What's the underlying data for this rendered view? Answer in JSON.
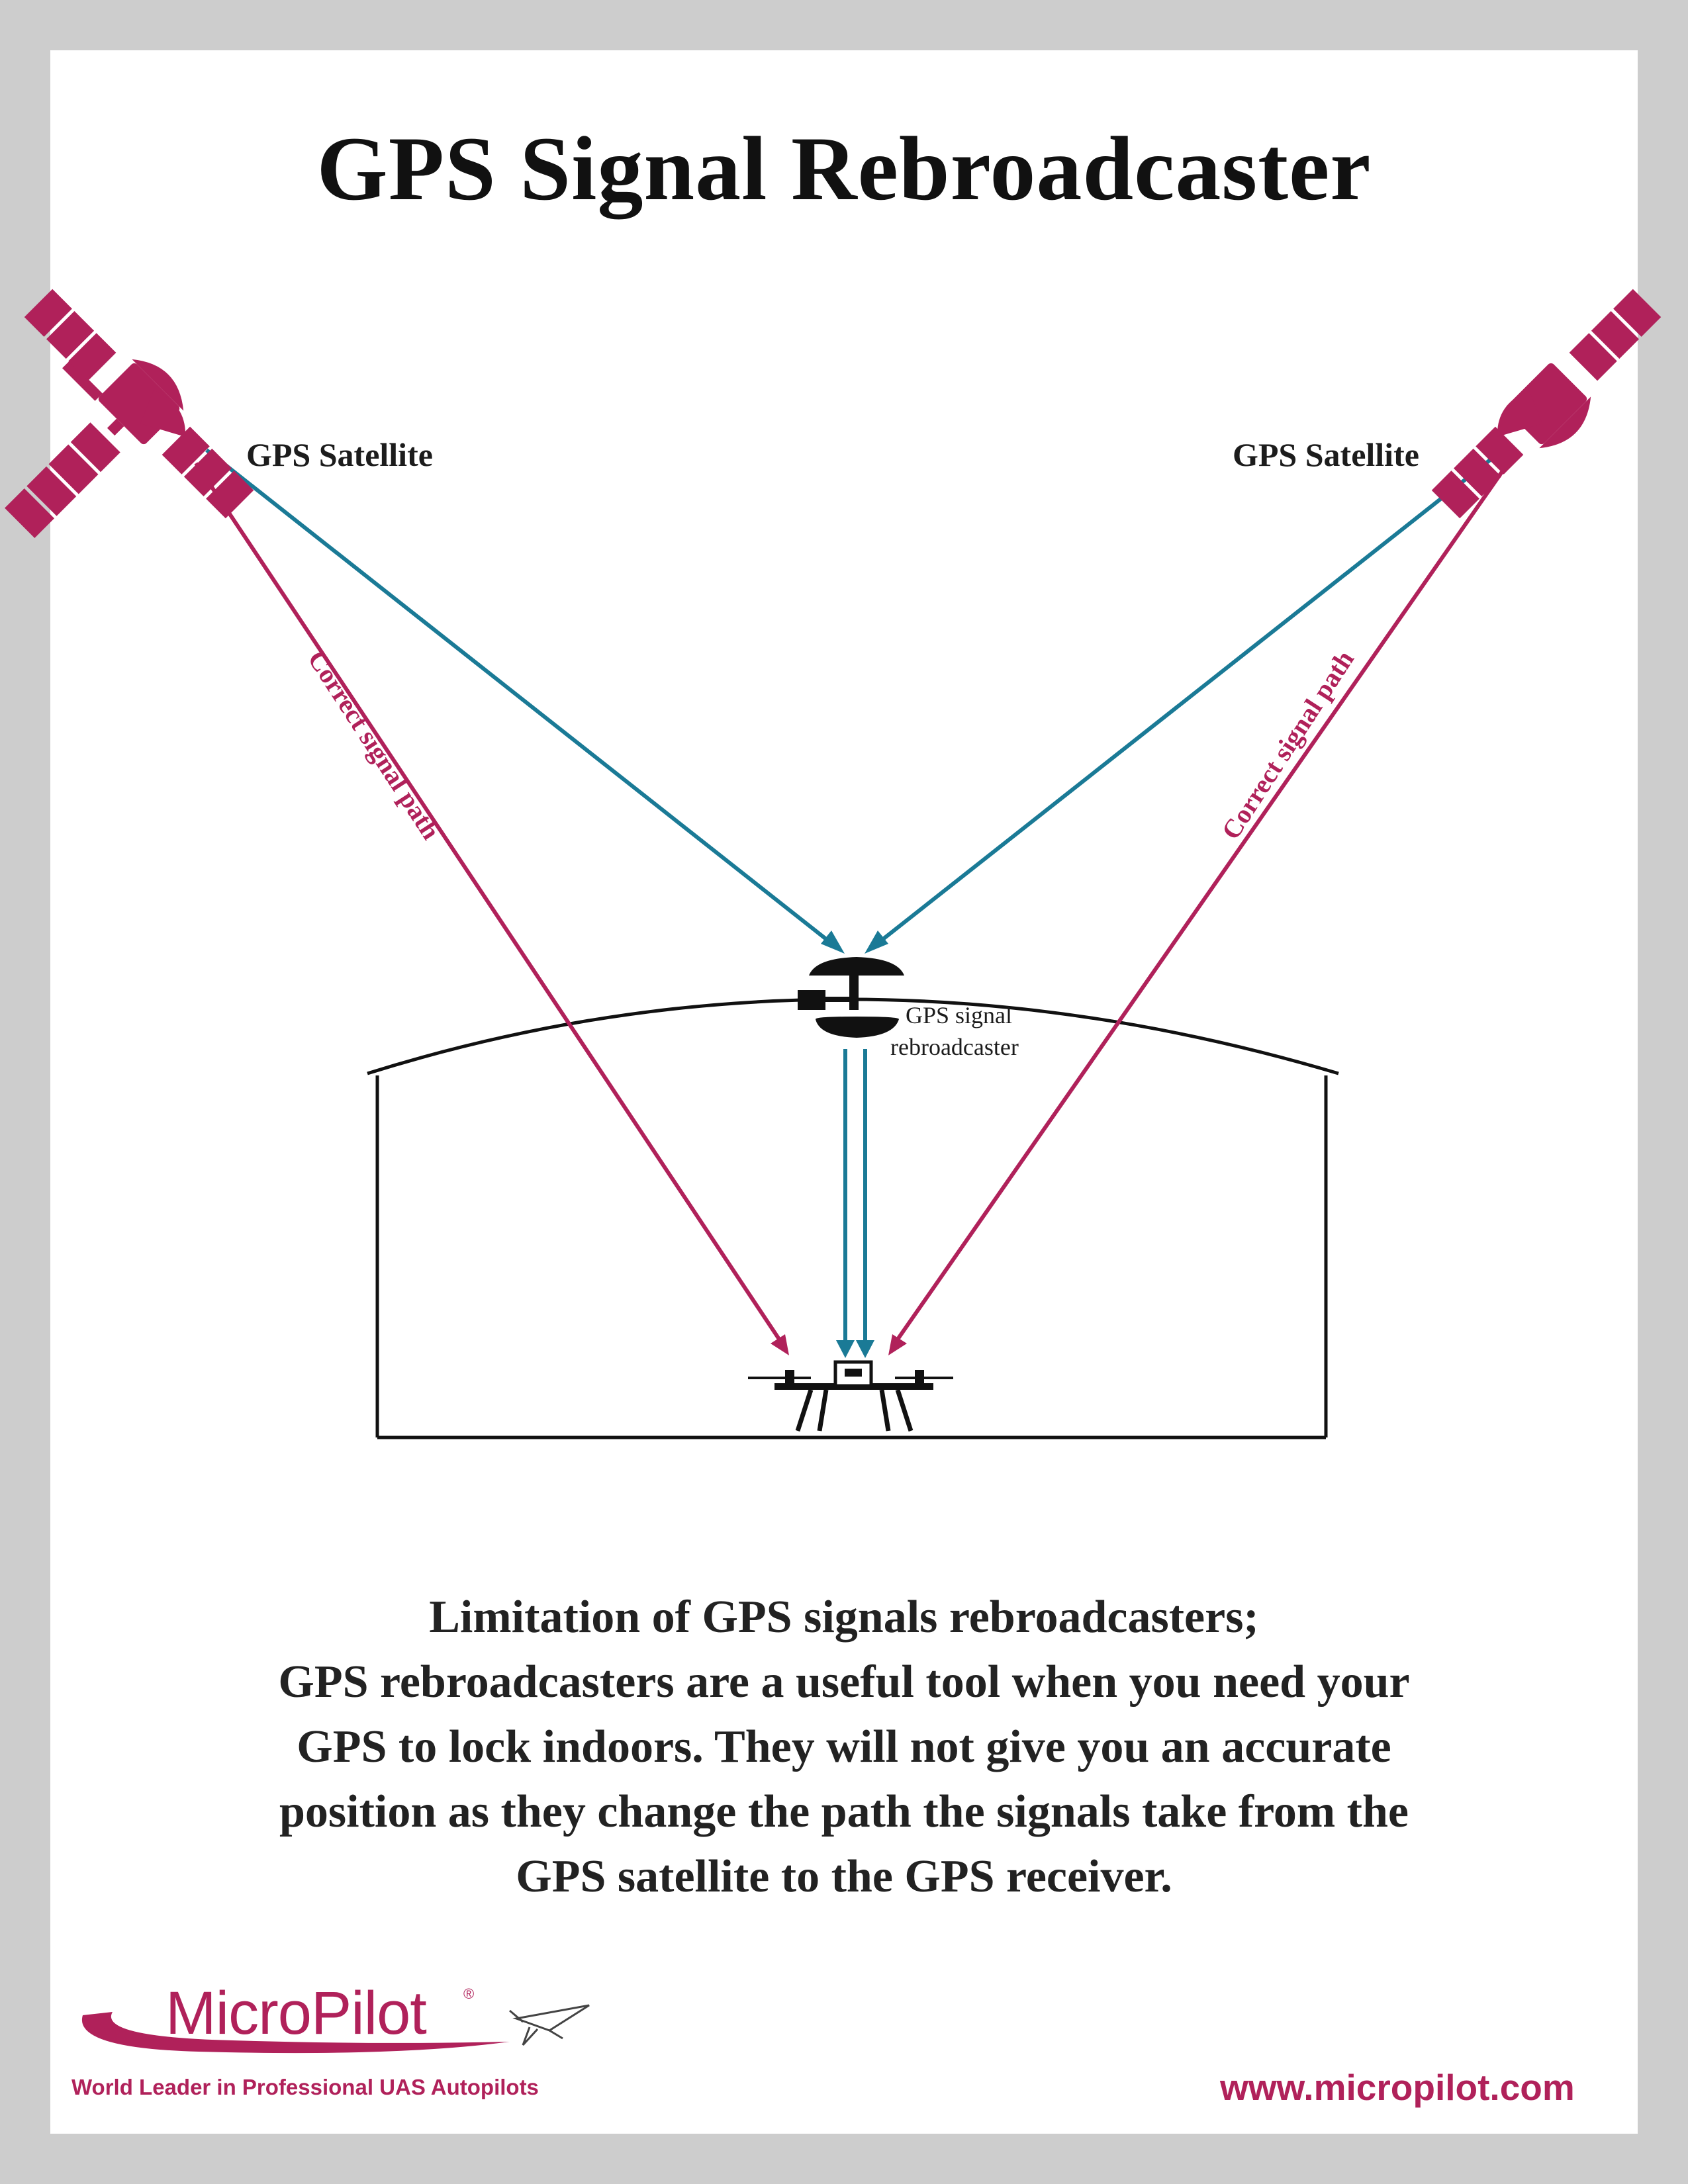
{
  "title": "GPS Signal Rebroadcaster",
  "satellite_left": {
    "label": "GPS Satellite"
  },
  "satellite_right": {
    "label": "GPS Satellite"
  },
  "path_left": {
    "label": "Correct signal path"
  },
  "path_right": {
    "label": "Correct signal path"
  },
  "rebroadcaster": {
    "label_line1": "GPS signal",
    "label_line2": "rebroadcaster"
  },
  "caption": {
    "lines": [
      "Limitation of  GPS signals rebroadcasters;",
      "GPS rebroadcasters are a useful tool when you need your",
      "GPS to lock indoors. They will not give you an accurate",
      "position as they change the path the signals take from the",
      "GPS satellite to the GPS receiver."
    ]
  },
  "footer": {
    "brand": "MicroPilot",
    "registered": "®",
    "tagline": "World Leader in Professional UAS Autopilots",
    "website": "www.micropilot.com"
  },
  "colors": {
    "satellite": "#b0215a",
    "correct_path": "#b0215a",
    "rebroadcast_path": "#1a7a96",
    "building": "#111111"
  },
  "icons": {
    "satellite": "satellite-icon",
    "rebroadcaster": "antenna-icon",
    "drone": "drone-icon",
    "logo": "paper-plane-icon"
  }
}
